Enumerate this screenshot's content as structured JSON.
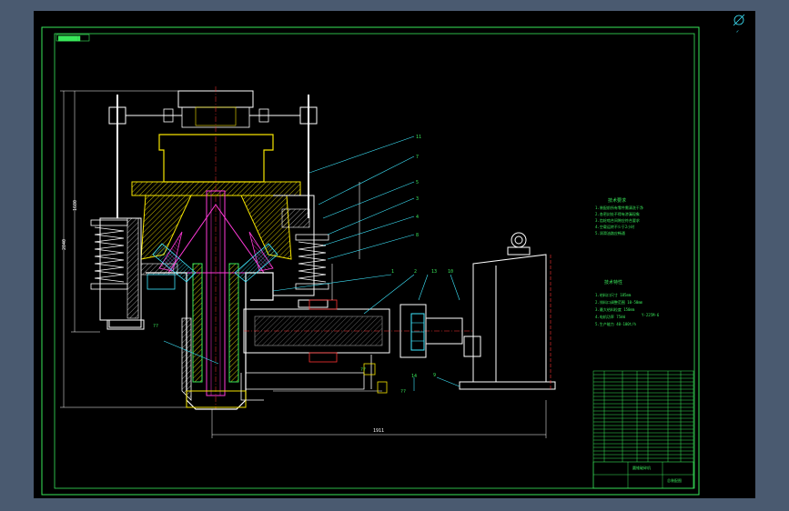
{
  "drawing": {
    "title_tag": "████████",
    "corner_stamp": "✓",
    "callouts": [
      "11",
      "7",
      "5",
      "3",
      "4",
      "8",
      "1",
      "2",
      "13",
      "10",
      "14",
      "9"
    ],
    "dim_overall_width": "1911",
    "dim_left_height": "1680",
    "dim_left_height2": "2840",
    "tech_req_title": "技术要求",
    "tech_req_lines": [
      "1.装配前所有零件需清洗干净",
      "2.各密封处不得有渗漏现象",
      "3.齿轮啮合间隙应符合要求",
      "4.空载运转不少于2小时",
      "5.润滑油路应畅通"
    ],
    "spec_title": "技术特性",
    "spec_lines": [
      "1.给料口尺寸 185mm",
      "2.排料口调整范围 10-50mm",
      "3.最大给料粒度 150mm",
      "4.电机功率 75kW",
      "5.生产能力 40-100t/h"
    ],
    "spec_note": "Y-225M-6",
    "marks_qq": "??",
    "title_block_name": "圆锥破碎机",
    "title_block_sub": "总装配图",
    "colors": {
      "paper": "#000000",
      "outer_bg": "#4a5a70",
      "border": "#39e75a",
      "line_white": "#ffffff",
      "line_yellow": "#f5e400",
      "line_cyan": "#3ee8ff",
      "line_magenta": "#ff3ad8",
      "line_red": "#ff3333",
      "line_green": "#39e75a"
    }
  }
}
